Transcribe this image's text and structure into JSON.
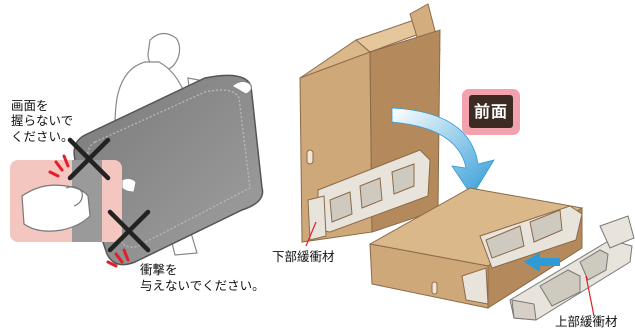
{
  "labels": {
    "warning_grip_line1": "画面を",
    "warning_grip_line2": "握らないで",
    "warning_grip_line3": "ください。",
    "warning_impact_line1": "衝撃を",
    "warning_impact_line2": "与えないでください。",
    "lower_cushion": "下部緩衝材",
    "upper_cushion": "上部緩衝材",
    "front_badge": "前面"
  },
  "colors": {
    "cardboard": "#cfa87a",
    "cardboard_dark": "#b48a5c",
    "cushion": "#e8e4dc",
    "tv_panel": "#8a8a8a",
    "warning_red": "#e0202a",
    "badge_bg": "#f2a2ac",
    "badge_inner": "#3d2a22",
    "arrow_blue": "#2f9bd6",
    "skin": "#f3c6bf"
  }
}
